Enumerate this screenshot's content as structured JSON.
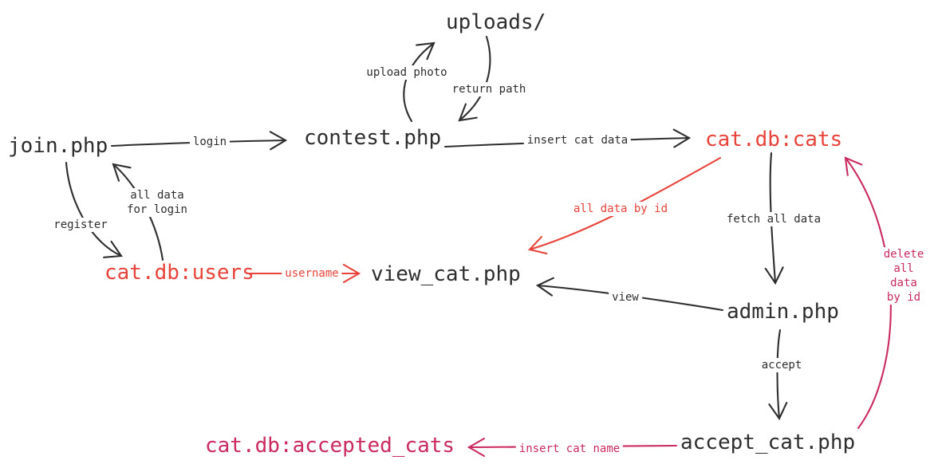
{
  "title": "cat contest app data-flow diagram",
  "colors": {
    "ink": "#2e2e2e",
    "red": "#e8433a",
    "pink": "#ca2a60",
    "bg": "#ffffff"
  },
  "nodes": [
    {
      "id": "join",
      "label": "join.php",
      "color": "ink"
    },
    {
      "id": "contest",
      "label": "contest.php",
      "color": "ink"
    },
    {
      "id": "uploads",
      "label": "uploads/",
      "color": "ink"
    },
    {
      "id": "cats",
      "label": "cat.db:cats",
      "color": "red"
    },
    {
      "id": "users",
      "label": "cat.db:users",
      "color": "red"
    },
    {
      "id": "view_cat",
      "label": "view_cat.php",
      "color": "ink"
    },
    {
      "id": "admin",
      "label": "admin.php",
      "color": "ink"
    },
    {
      "id": "accept_cat",
      "label": "accept_cat.php",
      "color": "ink"
    },
    {
      "id": "accepted",
      "label": "cat.db:accepted_cats",
      "color": "pink"
    }
  ],
  "edges": [
    {
      "from": "join.php",
      "to": "contest.php",
      "label": "login",
      "color": "ink"
    },
    {
      "from": "contest.php",
      "to": "uploads/",
      "label": "upload photo",
      "color": "ink"
    },
    {
      "from": "uploads/",
      "to": "contest.php",
      "label": "return path",
      "color": "ink"
    },
    {
      "from": "contest.php",
      "to": "cat.db:cats",
      "label": "insert cat data",
      "color": "ink"
    },
    {
      "from": "join.php",
      "to": "cat.db:users",
      "label": "register",
      "color": "ink"
    },
    {
      "from": "cat.db:users",
      "to": "join.php",
      "label": "all data\nfor login",
      "color": "ink"
    },
    {
      "from": "cat.db:users",
      "to": "view_cat.php",
      "label": "username",
      "color": "red"
    },
    {
      "from": "cat.db:cats",
      "to": "view_cat.php",
      "label": "all data by id",
      "color": "red"
    },
    {
      "from": "cat.db:cats",
      "to": "admin.php",
      "label": "fetch all data",
      "color": "ink"
    },
    {
      "from": "admin.php",
      "to": "view_cat.php",
      "label": "view",
      "color": "ink"
    },
    {
      "from": "admin.php",
      "to": "accept_cat.php",
      "label": "accept",
      "color": "ink"
    },
    {
      "from": "accept_cat.php",
      "to": "cat.db:accepted_cats",
      "label": "insert cat name",
      "color": "pink"
    },
    {
      "from": "accept_cat.php",
      "to": "cat.db:cats",
      "label": "delete all\ndata by id",
      "color": "pink"
    }
  ]
}
